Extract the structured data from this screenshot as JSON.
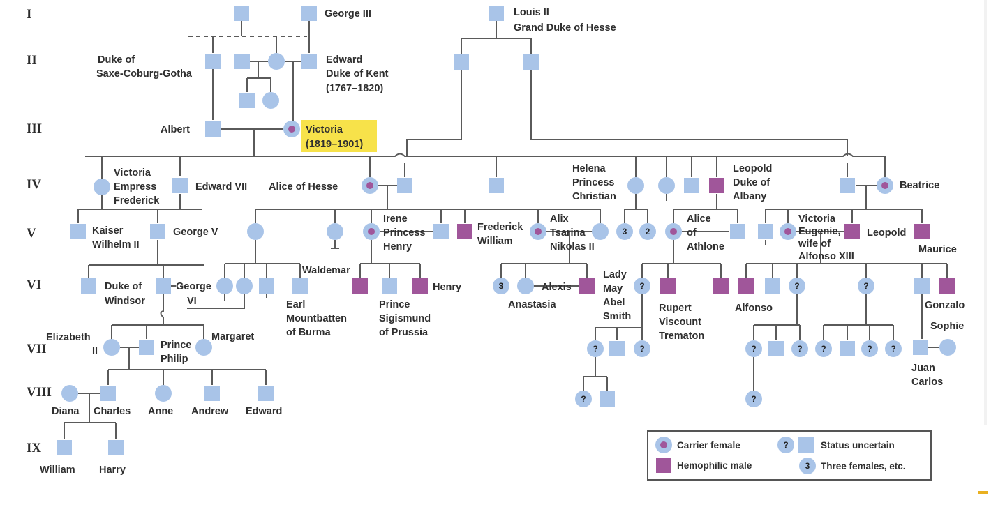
{
  "generations": [
    "I",
    "II",
    "III",
    "IV",
    "V",
    "VI",
    "VII",
    "VIII",
    "IX"
  ],
  "labels": {
    "george3": "George III",
    "louis1": "Louis II",
    "louis2": "Grand Duke of Hesse",
    "saxe1": "Duke of",
    "saxe2": "Saxe-Coburg-Gotha",
    "edward1": "Edward",
    "edward2": "Duke of Kent",
    "edward3": "(1767–1820)",
    "albert": "Albert",
    "victoria1": "Victoria",
    "victoria2": "(1819–1901)",
    "vic_emp1": "Victoria",
    "vic_emp2": "Empress",
    "vic_emp3": "Frederick",
    "edward7": "Edward VII",
    "alice_hesse": "Alice of Hesse",
    "helena1": "Helena",
    "helena2": "Princess",
    "helena3": "Christian",
    "leopold1": "Leopold",
    "leopold2": "Duke of",
    "leopold3": "Albany",
    "beatrice": "Beatrice",
    "kaiser1": "Kaiser",
    "kaiser2": "Wilhelm II",
    "george5": "George V",
    "irene1": "Irene",
    "irene2": "Princess",
    "irene3": "Henry",
    "frederick1": "Frederick",
    "frederick2": "William",
    "alix1": "Alix",
    "alix2": "Tsarina",
    "alix3": "Nikolas II",
    "alice_athlone1": "Alice",
    "alice_athlone2": "of",
    "alice_athlone3": "Athlone",
    "veugenie1": "Victoria",
    "veugenie2": "Eugenie,",
    "veugenie3": "wife of",
    "veugenie4": "Alfonso XIII",
    "leopold_b": "Leopold",
    "maurice": "Maurice",
    "waldemar": "Waldemar",
    "henry": "Henry",
    "windsor1": "Duke of",
    "windsor2": "Windsor",
    "george6a": "George",
    "george6b": "VI",
    "earl1": "Earl",
    "earl2": "Mountbatten",
    "earl3": "of Burma",
    "sigis1": "Prince",
    "sigis2": "Sigismund",
    "sigis3": "of Prussia",
    "alexis": "Alexis",
    "anastasia": "Anastasia",
    "lady1": "Lady",
    "lady2": "May",
    "lady3": "Abel",
    "lady4": "Smith",
    "rupert1": "Rupert",
    "rupert2": "Viscount",
    "rupert3": "Trematon",
    "alfonso": "Alfonso",
    "gonzalo": "Gonzalo",
    "sophie": "Sophie",
    "juan1": "Juan",
    "juan2": "Carlos",
    "elizabeth1": "Elizabeth",
    "elizabeth2": "II",
    "philip1": "Prince",
    "philip2": "Philip",
    "margaret": "Margaret",
    "diana": "Diana",
    "charles": "Charles",
    "anne": "Anne",
    "andrew": "Andrew",
    "edward_viii": "Edward",
    "william": "William",
    "harry": "Harry"
  },
  "symbols": {
    "question": "?",
    "three": "3",
    "two": "2"
  },
  "legend": {
    "carrier": "Carrier female",
    "hemophilic": "Hemophilic male",
    "uncertain": "Status uncertain",
    "three_females": "Three females, etc.",
    "question": "?",
    "three": "3"
  },
  "colors": {
    "unaffected": "#a9c4e8",
    "hemophilic": "#a0569a",
    "highlight": "#f7e24a"
  }
}
